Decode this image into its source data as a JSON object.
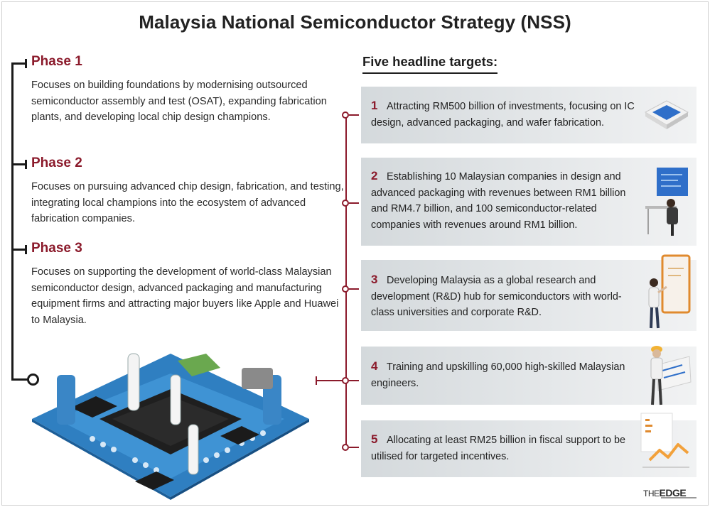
{
  "title": "Malaysia National Semiconductor Strategy (NSS)",
  "phases": [
    {
      "label": "Phase 1",
      "text": "Focuses on building foundations by modernising outsourced semiconductor assembly and test (OSAT), expanding fabrication plants, and developing local chip design champions."
    },
    {
      "label": "Phase 2",
      "text": "Focuses on pursuing advanced chip design, fabrication, and testing, integrating local champions into the ecosystem of advanced fabrication companies."
    },
    {
      "label": "Phase 3",
      "text": "Focuses on supporting the development of world-class Malaysian semiconductor design, advanced packaging and manufacturing equipment firms and attracting major buyers like Apple and Huawei to Malaysia."
    }
  ],
  "targets_heading": "Five headline targets:",
  "targets": [
    {
      "num": "1",
      "text": "Attracting RM500 billion of investments, focusing on IC design, advanced packaging, and wafer fabrication.",
      "icon": "chip-icon"
    },
    {
      "num": "2",
      "text": "Establishing 10 Malaysian companies in design and advanced packaging with revenues between RM1 billion and RM4.7 billion, and 100 semiconductor-related companies with revenues around RM1 billion.",
      "icon": "designer-at-desk-icon"
    },
    {
      "num": "3",
      "text": "Developing Malaysia as a global research and development (R&D) hub for semiconductors with world-class universities and corporate R&D.",
      "icon": "researcher-with-screen-icon"
    },
    {
      "num": "4",
      "text": "Training and upskilling 60,000 high-skilled Malaysian engineers.",
      "icon": "engineer-with-blueprint-icon"
    },
    {
      "num": "5",
      "text": "Allocating at least RM25 billion in fiscal support to be utilised for targeted incentives.",
      "icon": "financial-chart-icon"
    }
  ],
  "logo": {
    "the": "THE",
    "edge": "EDGE"
  },
  "colors": {
    "accent": "#8b1a2b",
    "card_bg": "#d9dee1",
    "board_blue": "#2f7fc1"
  }
}
